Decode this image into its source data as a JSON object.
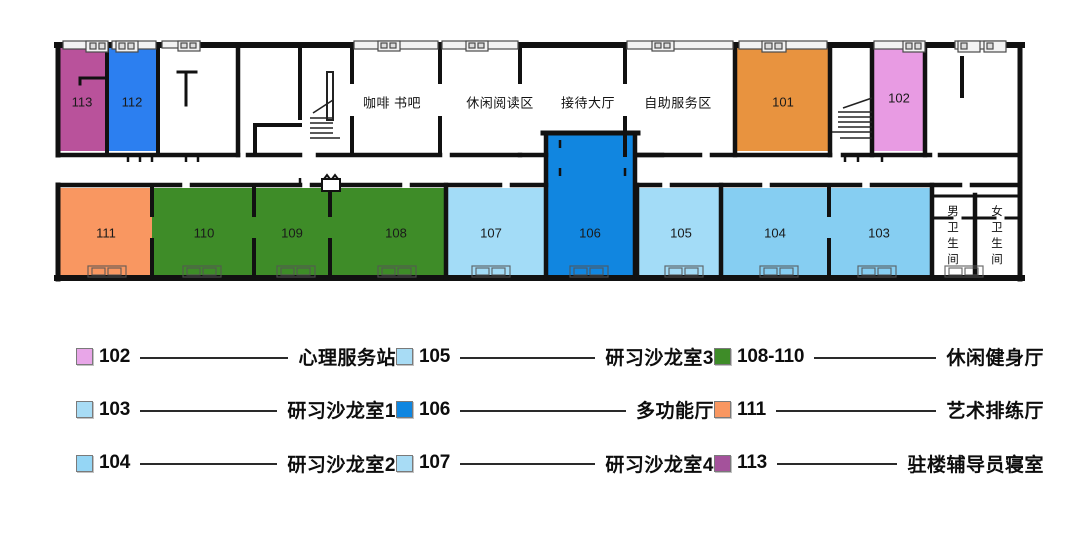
{
  "floorplan": {
    "top_rooms": [
      {
        "code": "113",
        "color": "#B9529B"
      },
      {
        "code": "112",
        "color": "#2C7FF0"
      },
      {
        "code": "101",
        "color": "#E8933F"
      },
      {
        "code": "102",
        "color": "#E89BE3"
      }
    ],
    "bottom_rooms": [
      {
        "code": "111",
        "color": "#F99761"
      },
      {
        "code": "110",
        "color": "#3E8C28"
      },
      {
        "code": "109",
        "color": "#3E8C28"
      },
      {
        "code": "108",
        "color": "#3E8C28"
      },
      {
        "code": "107",
        "color": "#A3DCF7"
      },
      {
        "code": "106",
        "color": "#1186E0"
      },
      {
        "code": "105",
        "color": "#A3DCF7"
      },
      {
        "code": "104",
        "color": "#86CEF2"
      },
      {
        "code": "103",
        "color": "#86CEF2"
      }
    ],
    "open_areas": [
      {
        "name": "咖啡 书吧"
      },
      {
        "name": "休闲阅读区"
      },
      {
        "name": "接待大厅"
      },
      {
        "name": "自助服务区"
      }
    ],
    "restrooms": [
      {
        "name": "男卫生间",
        "chars": [
          "男",
          "卫",
          "生",
          "间"
        ]
      },
      {
        "name": "女卫生间",
        "chars": [
          "女",
          "卫",
          "生",
          "间"
        ]
      }
    ]
  },
  "legend": {
    "items": [
      {
        "code": "102",
        "name": "心理服务站",
        "color": "#E8A6E8"
      },
      {
        "code": "103",
        "name": "研习沙龙室1",
        "color": "#A8DCF5"
      },
      {
        "code": "104",
        "name": "研习沙龙室2",
        "color": "#95D6F5"
      },
      {
        "code": "105",
        "name": "研习沙龙室3",
        "color": "#A8DCF5"
      },
      {
        "code": "106",
        "name": "多功能厅",
        "color": "#0F86E0"
      },
      {
        "code": "107",
        "name": "研习沙龙室4",
        "color": "#A8DCF5"
      },
      {
        "code": "108-110",
        "name": "休闲健身厅",
        "color": "#3E8C28"
      },
      {
        "code": "111",
        "name": "艺术排练厅",
        "color": "#F99761"
      },
      {
        "code": "113",
        "name": "驻楼辅导员寝室",
        "color": "#A4529B"
      }
    ]
  }
}
